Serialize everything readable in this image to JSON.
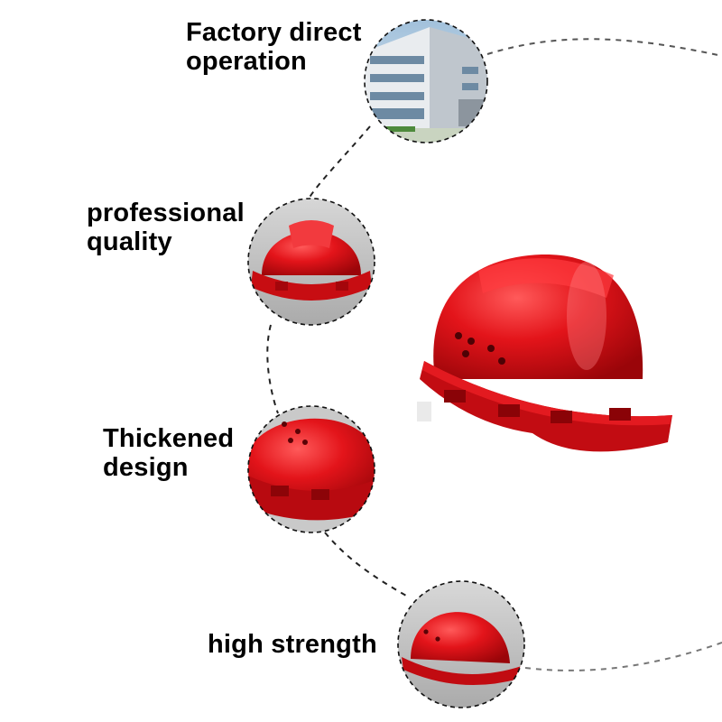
{
  "features": [
    {
      "line1": "Factory direct",
      "line2": "operation",
      "image": "factory-building"
    },
    {
      "line1": "professional",
      "line2": "quality",
      "image": "red-helmet-front"
    },
    {
      "line1": "Thickened",
      "line2": "design",
      "image": "red-helmet-closeup"
    },
    {
      "line1": "high strength",
      "line2": "",
      "image": "red-helmet-small"
    }
  ],
  "colors": {
    "helmet_red": "#e3141a",
    "helmet_dark": "#a8060b",
    "dash_line": "#222222",
    "dash_line_light": "#888888",
    "building_gray": "#d9dde2",
    "sky_blue": "#b8cfe2"
  }
}
